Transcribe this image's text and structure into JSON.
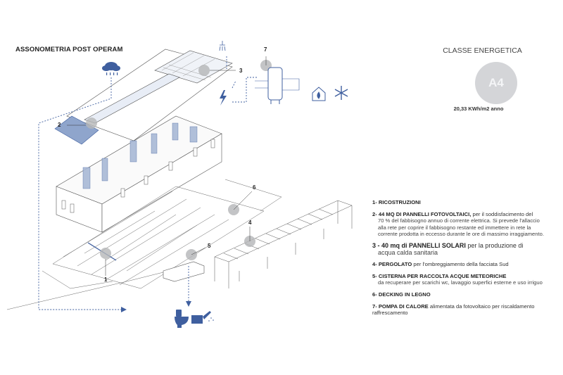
{
  "title": "ASSONOMETRIA POST OPERAM",
  "energy": {
    "label": "CLASSE ENERGETICA",
    "class": "A4",
    "consumption": "20,33 KWh/m2 anno"
  },
  "markers": [
    "1",
    "2",
    "3",
    "4",
    "5",
    "6",
    "7"
  ],
  "legend": [
    {
      "head": "1- RICOSTRUZIONI",
      "desc": ""
    },
    {
      "head": "2- 44 MQ DI PANNELLI FOTOVOLTAICI,",
      "inline": " per il soddisfacimento del",
      "desc": "70 % del fabbisogno annuo di corrente elettrica. Si prevede l'allaccio alla rete  per coprire il fabbisogno restante ed immettere in rete la corrente prodotta in eccesso durante le ore di massimo irraggiamento."
    },
    {
      "head": "3 - 40 mq di PANNELLI SOLARI",
      "inline": " per la produzione di",
      "desc": "acqua calda sanitaria"
    },
    {
      "head": "4- PERGOLATO",
      "inline": " per l'ombreggiamento della facciata Sud",
      "desc": ""
    },
    {
      "head": "5- CISTERNA PER RACCOLTA ACQUE METEORICHE",
      "inline": "",
      "desc": "da recuperare per scarichi wc, lavaggio superfici esterne   e uso irriguo"
    },
    {
      "head": "6- DECKING IN LEGNO",
      "inline": "",
      "desc": ""
    },
    {
      "head": "7- POMPA DI CALORE",
      "inline": " alimentata da fotovoltaico per riscaldamento raffrescamento",
      "desc": ""
    }
  ],
  "colors": {
    "accent": "#3f5f9f",
    "panel": "#a9b9d6",
    "marker": "#b5b6b8",
    "line": "#555555"
  },
  "icons": [
    "rain-cloud-icon",
    "shower-icon",
    "lightning-icon",
    "boiler-icon",
    "home-heating-icon",
    "snowflake-icon",
    "toilet-icon",
    "watering-can-icon"
  ]
}
